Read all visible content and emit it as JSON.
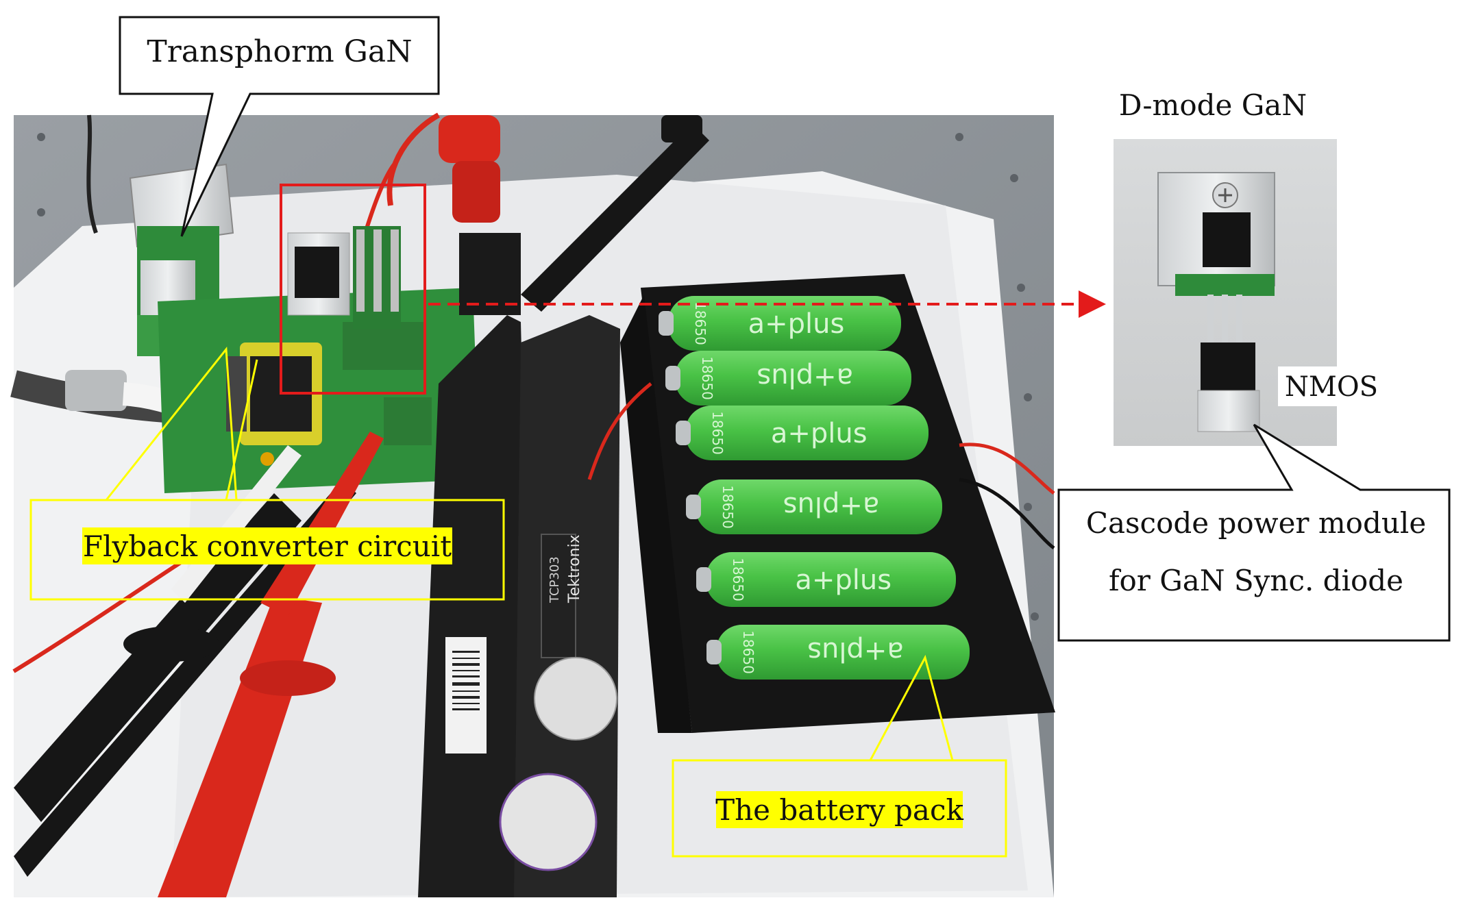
{
  "labels": {
    "transphorm_gan": "Transphorm GaN",
    "d_mode_gan": "D-mode GaN",
    "nmos": "NMOS",
    "cascode_line1": "Cascode power module",
    "cascode_line2": "for GaN Sync. diode",
    "flyback": "Flyback converter circuit",
    "battery_pack": "The battery pack"
  },
  "device_text": {
    "probe_brand": "Tektronix",
    "probe_model": "TCP303",
    "cell_brand": "a+plus",
    "cell_type": "18650"
  },
  "colors": {
    "highlight_yellow": "#ffff00",
    "callout_border_yellow": "#ffff00",
    "arrow_red": "#e31b1b",
    "battery_green": "#4cc449",
    "pcb_green": "#2e8b3a",
    "probe_red": "#d9281c",
    "probe_black": "#161616"
  }
}
